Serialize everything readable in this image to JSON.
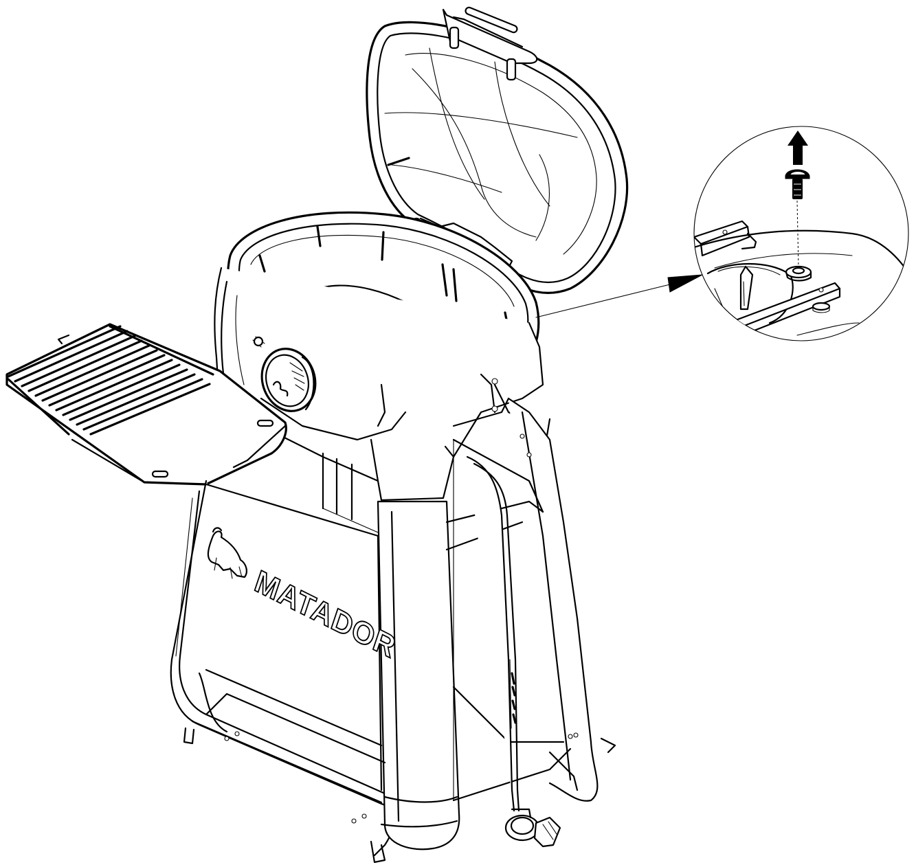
{
  "diagram": {
    "brand_text": "MATADOR",
    "line_color": "#000000",
    "background": "#ffffff",
    "detail_callout": {
      "arrow_direction": "up",
      "subject": "screw-removal"
    }
  }
}
